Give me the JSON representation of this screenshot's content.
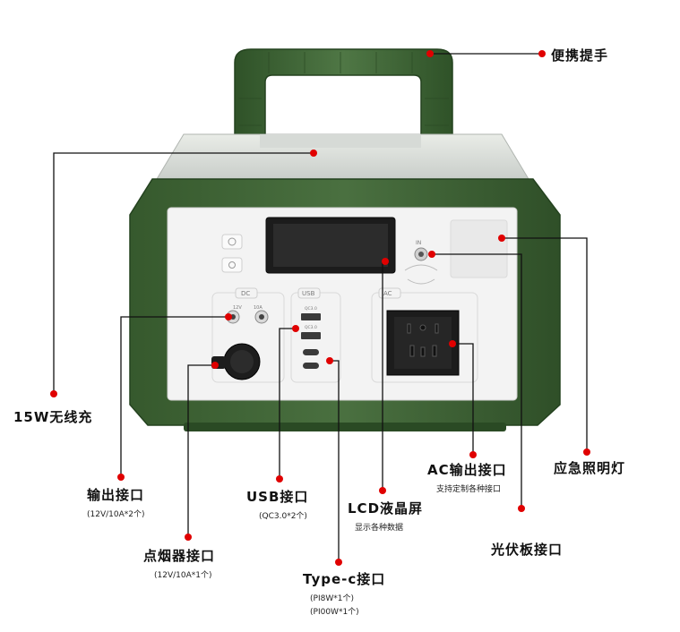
{
  "callouts": {
    "handle": {
      "title": "便携提手"
    },
    "wireless": {
      "title": "15W无线充"
    },
    "emergency_light": {
      "title": "应急照明灯"
    },
    "ac_output": {
      "title": "AC输出接口",
      "sub": "支持定制各种接口"
    },
    "dc_output": {
      "title": "输出接口",
      "sub": "(12V/10A*2个)"
    },
    "usb": {
      "title": "USB接口",
      "sub": "(QC3.0*2个)"
    },
    "lcd": {
      "title": "LCD液晶屏",
      "sub": "显示各种数据"
    },
    "cigarette": {
      "title": "点烟器接口",
      "sub": "(12V/10A*1个)"
    },
    "solar": {
      "title": "光伏板接口"
    },
    "typec": {
      "title": "Type-c接口",
      "sub1": "(PI8W*1个)",
      "sub2": "(PI00W*1个)"
    }
  },
  "panel": {
    "dc_label": "DC",
    "usb_label": "USB",
    "ac_label": "AC",
    "dc_v1": "12V",
    "dc_v2": "10A",
    "usb_t1": "QC3.0",
    "usb_t2": "QC3.0",
    "in_label": "IN"
  },
  "colors": {
    "body_green": "#3f6635",
    "body_green_dark": "#2a4a24",
    "panel": "#f2f2f2",
    "callout_red": "#e00000"
  }
}
